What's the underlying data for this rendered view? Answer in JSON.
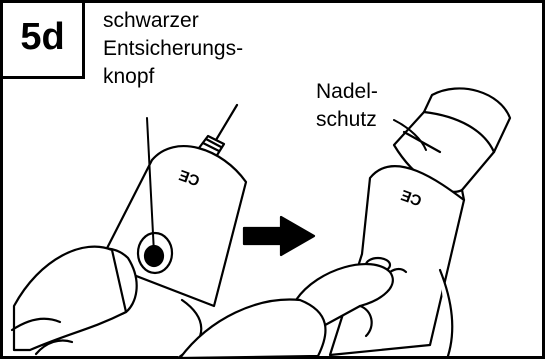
{
  "step": {
    "number": "5d"
  },
  "labels": {
    "safety_button": [
      "schwarzer",
      "Entsicherungs-",
      "knopf"
    ],
    "needle_guard": [
      "Nadel-",
      "schutz"
    ]
  },
  "marks": {
    "ce": "CE"
  },
  "icons": {
    "arrow": "right-arrow-icon",
    "button": "safety-button-icon"
  },
  "colors": {
    "ink": "#000000",
    "paper": "#ffffff"
  }
}
